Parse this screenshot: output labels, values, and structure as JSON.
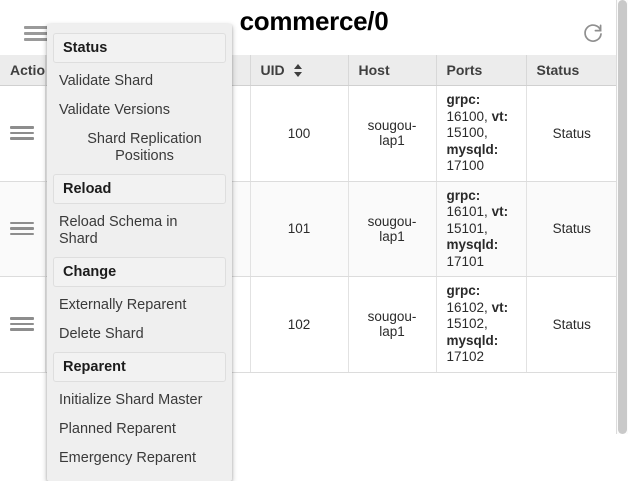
{
  "header": {
    "title": "commerce/0",
    "menu_toggle_icon": "hamburger-menu-icon",
    "refresh_icon": "refresh-icon"
  },
  "table": {
    "columns": [
      {
        "key": "actions",
        "label": "Actions",
        "sortable": false
      },
      {
        "key": "tablet",
        "label": "",
        "sortable": false
      },
      {
        "key": "uid",
        "label": "UID",
        "sortable": true
      },
      {
        "key": "host",
        "label": "Host",
        "sortable": false
      },
      {
        "key": "ports",
        "label": "Ports",
        "sortable": false
      },
      {
        "key": "status",
        "label": "Status",
        "sortable": false
      }
    ],
    "rows": [
      {
        "row_menu_icon": "row-hamburger-icon",
        "tablet": "",
        "uid": "100",
        "host": "sougou-lap1",
        "ports": [
          {
            "name": "grpc:",
            "value": "16100,"
          },
          {
            "name": "vt:",
            "value": "15100,"
          },
          {
            "name": "mysqld:",
            "value": "17100"
          }
        ],
        "status": "Status"
      },
      {
        "row_menu_icon": "row-hamburger-icon",
        "tablet": "",
        "uid": "101",
        "host": "sougou-lap1",
        "ports": [
          {
            "name": "grpc:",
            "value": "16101,"
          },
          {
            "name": "vt:",
            "value": "15101,"
          },
          {
            "name": "mysqld:",
            "value": "17101"
          }
        ],
        "status": "Status"
      },
      {
        "row_menu_icon": "row-hamburger-icon",
        "tablet": "",
        "uid": "102",
        "host": "sougou-lap1",
        "ports": [
          {
            "name": "grpc:",
            "value": "16102,"
          },
          {
            "name": "vt:",
            "value": "15102,"
          },
          {
            "name": "mysqld:",
            "value": "17102"
          }
        ],
        "status": "Status"
      }
    ]
  },
  "dropdown": {
    "sections": [
      {
        "header": "Status",
        "items": [
          {
            "label": "Validate Shard",
            "indent": false
          },
          {
            "label": "Validate Versions",
            "indent": false
          },
          {
            "label": "Shard Replication Positions",
            "indent": true
          }
        ]
      },
      {
        "header": "Reload",
        "items": [
          {
            "label": "Reload Schema in Shard",
            "indent": false
          }
        ]
      },
      {
        "header": "Change",
        "items": [
          {
            "label": "Externally Reparent",
            "indent": false
          },
          {
            "label": "Delete Shard",
            "indent": false
          }
        ]
      },
      {
        "header": "Reparent",
        "items": [
          {
            "label": "Initialize Shard Master",
            "indent": false
          },
          {
            "label": "Planned Reparent",
            "indent": false
          },
          {
            "label": "Emergency Reparent",
            "indent": false
          }
        ]
      }
    ]
  },
  "colors": {
    "header_bg": "#ececec",
    "menu_bg": "#efefef",
    "text": "#212121",
    "icon_gray": "#9a9a9a",
    "row_alt_bg": "#fafafa"
  }
}
